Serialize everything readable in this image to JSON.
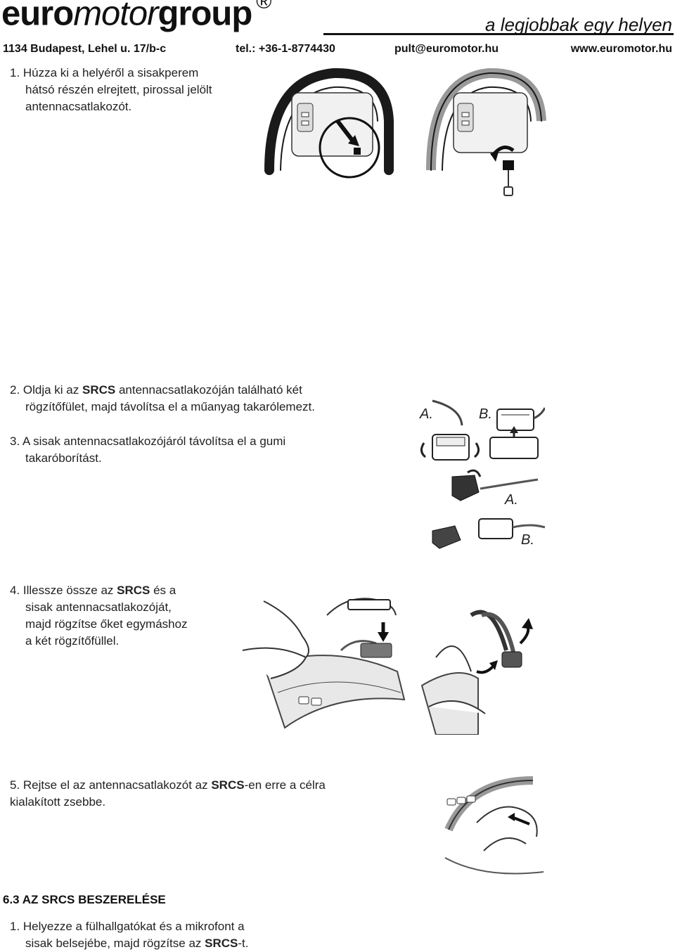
{
  "header": {
    "brand_part1": "euro",
    "brand_part2": "motor",
    "brand_part3": "group",
    "registered_mark": "®",
    "tagline": "a legjobbak egy helyen",
    "address": "1134 Budapest, Lehel u. 17/b-c",
    "phone": "tel.: +36-1-8774430",
    "email": "pult@euromotor.hu",
    "website": "www.euromotor.hu"
  },
  "steps": {
    "s1": {
      "line1": "1. Húzza ki a helyéről a sisakperem",
      "line2": "hátsó részén elrejtett, pirossal jelölt",
      "line3": "antennacsatlakozót."
    },
    "s2": {
      "pre": "2. Oldja ki az ",
      "bold": "SRCS",
      "post": " antennacsatlakozóján található két",
      "line2": "rögzítőfület, majd távolítsa el a műanyag takarólemezt."
    },
    "s3": {
      "line1": "3. A sisak antennacsatlakozójáról távolítsa el a gumi",
      "line2": "takaróborítást."
    },
    "s4": {
      "pre": "4. Illessze össze az ",
      "bold": "SRCS",
      "post": " és a",
      "line2": "sisak antennacsatlakozóját,",
      "line3": "majd rögzítse őket egymáshoz",
      "line4": "a két rögzítőfüllel."
    },
    "s5": {
      "pre": "5. Rejtse el az antennacsatlakozót az ",
      "bold": "SRCS",
      "post": "-en erre a célra",
      "line2": "kialakított zsebbe."
    }
  },
  "section": {
    "heading": "6.3 AZ SRCS BESZERELÉSE",
    "line1": "1. Helyezze a fülhallgatókat és a mikrofont a",
    "line2_pre": "sisak belsejébe, majd rögzítse az ",
    "line2_bold": "SRCS",
    "line2_post": "-t."
  },
  "figure_labels": {
    "a_top": "A.",
    "b_top": "B.",
    "a_mid": "A.",
    "b_bottom": "B."
  }
}
